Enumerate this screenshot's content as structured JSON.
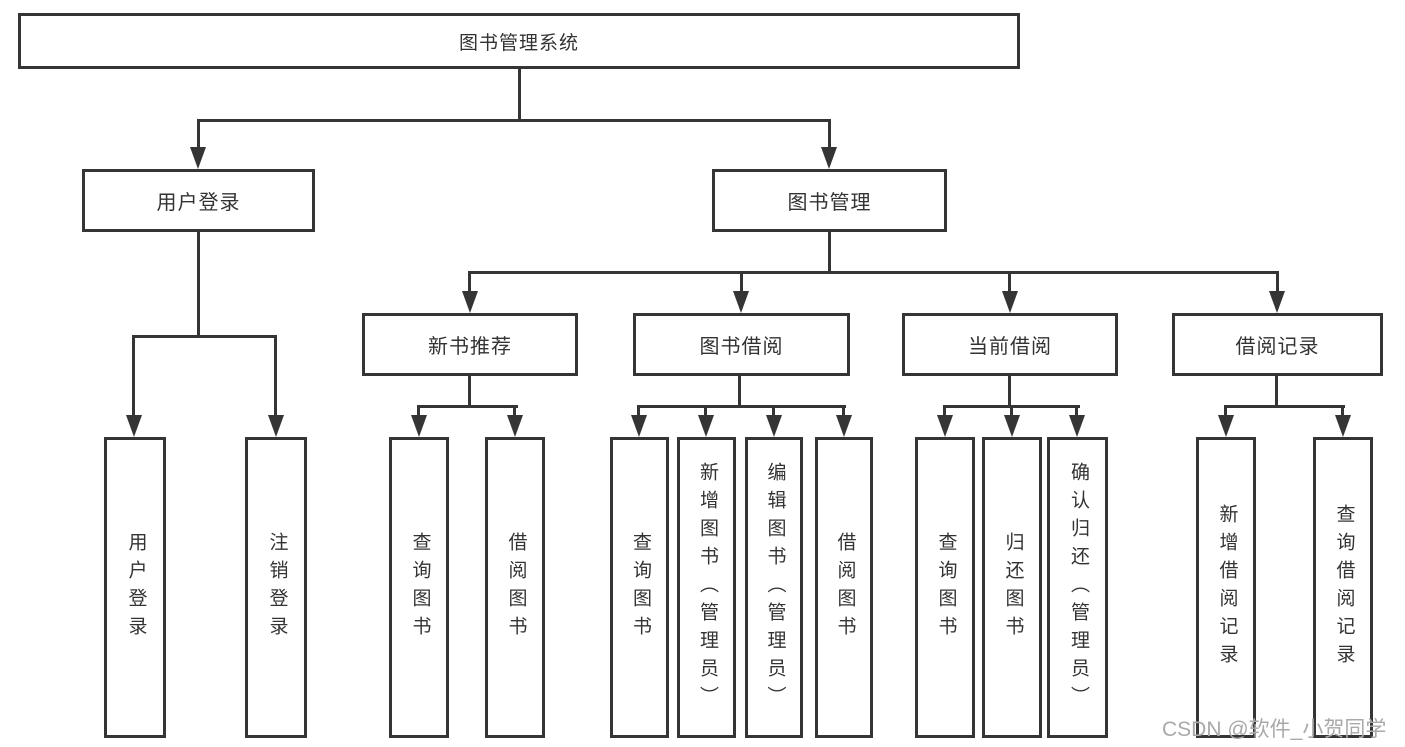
{
  "title": "图书管理系统",
  "colors": {
    "line": "#353535",
    "text": "#333333",
    "box_bg": "#ffffff",
    "canvas_bg": "#ffffff",
    "watermark": "#a9a9a9"
  },
  "watermark": {
    "text": "CSDN @软件_小贺同学"
  },
  "tree": {
    "root": {
      "label": "图书管理系统",
      "children": [
        {
          "label": "用户登录",
          "children": [
            {
              "label": "用户登录"
            },
            {
              "label": "注销登录"
            }
          ]
        },
        {
          "label": "图书管理",
          "children": [
            {
              "label": "新书推荐",
              "children": [
                {
                  "label": "查询图书"
                },
                {
                  "label": "借阅图书"
                }
              ]
            },
            {
              "label": "图书借阅",
              "children": [
                {
                  "label": "查询图书"
                },
                {
                  "label": "新增图书（管理员）"
                },
                {
                  "label": "编辑图书（管理员）"
                },
                {
                  "label": "借阅图书"
                }
              ]
            },
            {
              "label": "当前借阅",
              "children": [
                {
                  "label": "查询图书"
                },
                {
                  "label": "归还图书"
                },
                {
                  "label": "确认归还（管理员）"
                }
              ]
            },
            {
              "label": "借阅记录",
              "children": [
                {
                  "label": "新增借阅记录"
                },
                {
                  "label": "查询借阅记录"
                }
              ]
            }
          ]
        }
      ]
    }
  }
}
